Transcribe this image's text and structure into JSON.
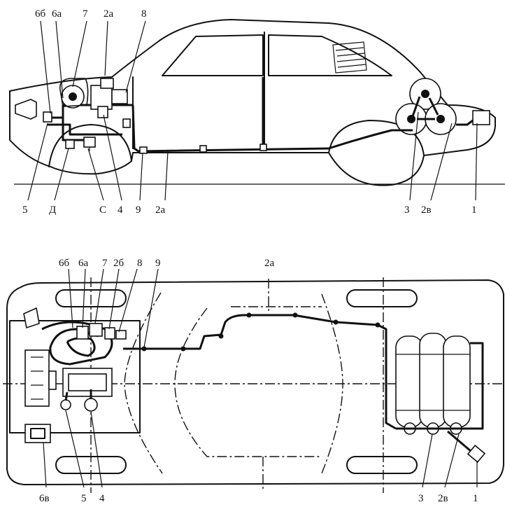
{
  "side_view": {
    "top_labels": [
      "6б",
      "6а",
      "7",
      "2а",
      "8"
    ],
    "bottom_labels": [
      "5",
      "Д",
      "С",
      "4",
      "9",
      "2а",
      "3",
      "2в",
      "1"
    ]
  },
  "plan_view": {
    "top_labels": [
      "6б",
      "6а",
      "7",
      "2б",
      "8",
      "9",
      "2а"
    ],
    "bottom_labels": [
      "6в",
      "5",
      "4",
      "3",
      "2в",
      "1"
    ]
  }
}
